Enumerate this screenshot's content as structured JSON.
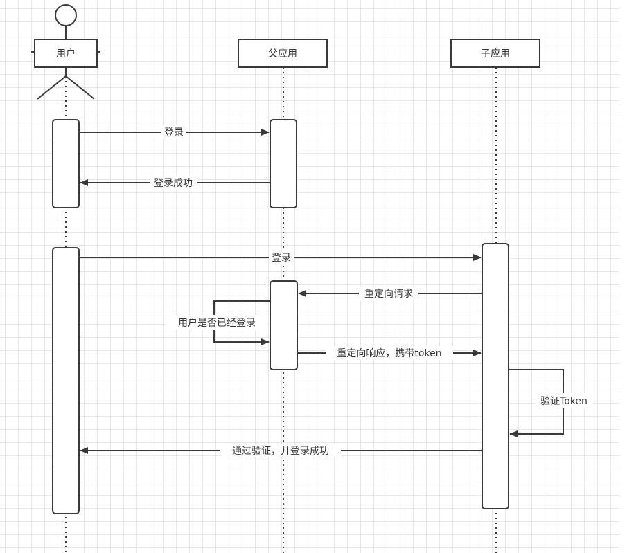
{
  "diagram": {
    "type": "sequence",
    "colors": {
      "stroke": "#3a3a3a",
      "text": "#333333",
      "grid": "#e6e6e6",
      "background": "#ffffff"
    },
    "participants": [
      {
        "id": "user",
        "label": "用户",
        "kind": "actor"
      },
      {
        "id": "parent",
        "label": "父应用",
        "kind": "box"
      },
      {
        "id": "child",
        "label": "子应用",
        "kind": "box"
      }
    ],
    "messages": [
      {
        "from": "user",
        "to": "parent",
        "label": "登录"
      },
      {
        "from": "parent",
        "to": "user",
        "label": "登录成功"
      },
      {
        "from": "user",
        "to": "child",
        "label": "登录"
      },
      {
        "from": "child",
        "to": "parent",
        "label": "重定向请求"
      },
      {
        "from": "parent",
        "to": "parent",
        "label": "用户是否已经登录"
      },
      {
        "from": "parent",
        "to": "child",
        "label": "重定向响应，携带token"
      },
      {
        "from": "child",
        "to": "child",
        "label": "验证Token"
      },
      {
        "from": "child",
        "to": "user",
        "label": "通过验证，并登录成功"
      }
    ]
  }
}
